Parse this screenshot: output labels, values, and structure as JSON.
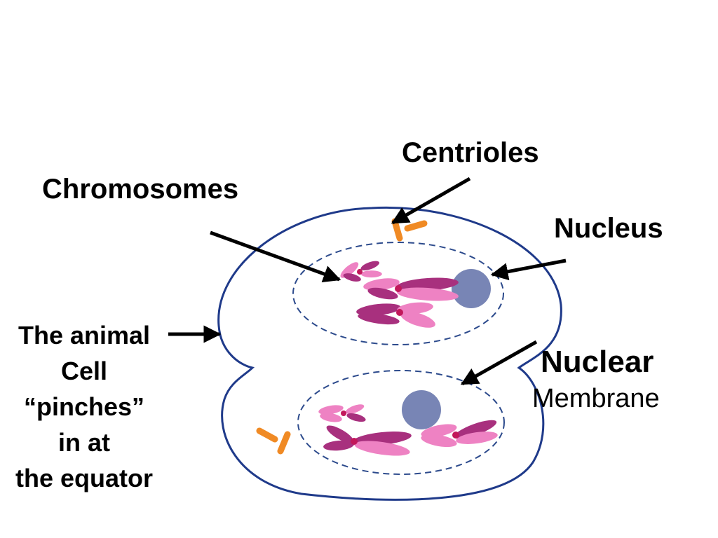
{
  "labels": {
    "chromosomes": "Chromosomes",
    "centrioles": "Centrioles",
    "nucleus": "Nucleus",
    "nuclear": "Nuclear",
    "membrane": "Membrane",
    "equator_lines": [
      "The animal",
      "Cell",
      "“pinches”",
      "in at",
      "the equator"
    ]
  },
  "colors": {
    "cell_outline": "#1f3a8a",
    "nuclear_membrane": "#2c4a8c",
    "nucleolus": "#7885b5",
    "chromosome_light": "#ee82c3",
    "chromosome_dark": "#a8307e",
    "centromere": "#c2185b",
    "centriole": "#f08a24",
    "arrow": "#000000"
  }
}
